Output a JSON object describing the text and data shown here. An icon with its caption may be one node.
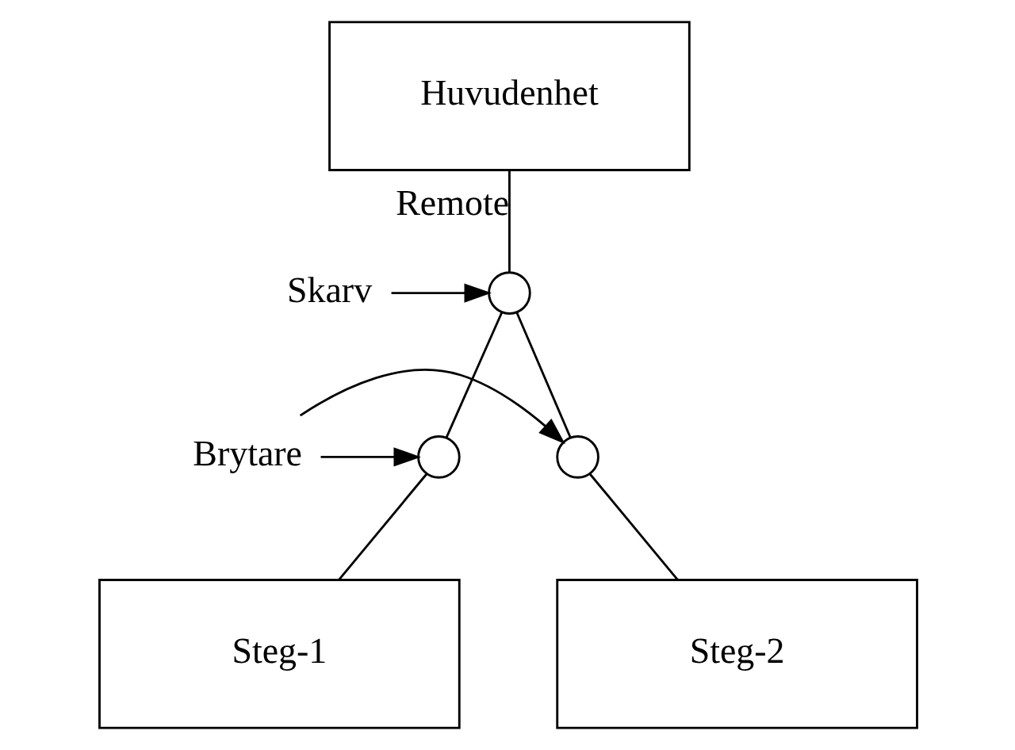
{
  "diagram": {
    "nodes": [
      {
        "text": [
          "Huvudenhet"
        ]
      },
      {
        "text": [],
        "shape": "circle"
      },
      {
        "text": [
          "Skarv"
        ]
      },
      {
        "text": [],
        "shape": "circle"
      },
      {
        "text": [],
        "shape": "circle"
      },
      {
        "text": [
          "Brytare"
        ]
      },
      {
        "text": [
          "Steg-1"
        ]
      },
      {
        "text": [
          "Steg-2"
        ]
      }
    ],
    "edges": [
      {
        "from": 0,
        "to": 1,
        "arrow": "none",
        "label": "Remote"
      },
      {
        "from": 2,
        "to": 1,
        "arrow": "to"
      },
      {
        "from": 1,
        "to": 3,
        "arrow": "none"
      },
      {
        "from": 1,
        "to": 4,
        "arrow": "none"
      },
      {
        "from": 5,
        "to": 3,
        "arrow": "to"
      },
      {
        "from": 5,
        "to": 4,
        "arrow": "to"
      },
      {
        "from": 3,
        "to": 6,
        "arrow": "none"
      },
      {
        "from": 4,
        "to": 7,
        "arrow": "none"
      }
    ]
  }
}
